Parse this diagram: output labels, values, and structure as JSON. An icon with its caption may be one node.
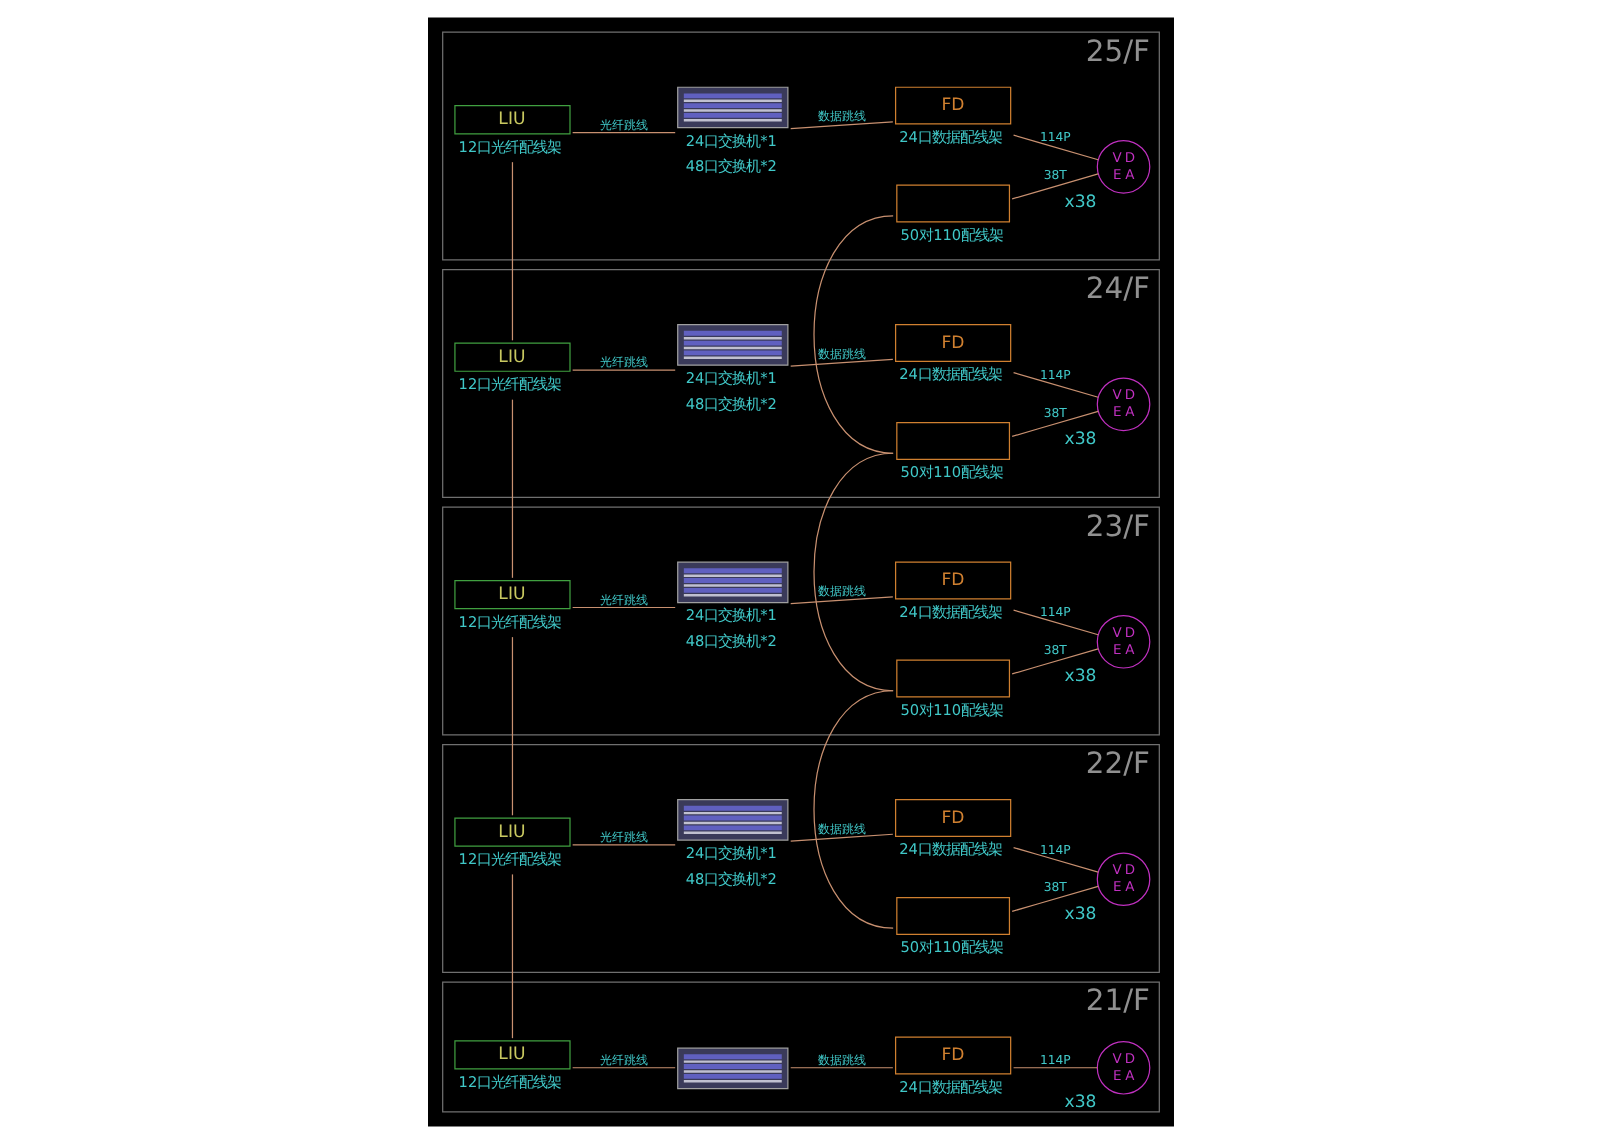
{
  "diagram": {
    "nodes": [
      {
        "text": [
          "25/F"
        ]
      },
      {
        "text": [
          "LIU"
        ],
        "in": 0,
        "beside": [
          "12口光纤配线架"
        ]
      },
      {
        "text": [],
        "shape": "picture",
        "in": 0,
        "beside": [
          "24口交换机*1",
          "48口交换机*2"
        ]
      },
      {
        "text": [
          "FD"
        ],
        "in": 0,
        "beside": [
          "24口数据配线架"
        ]
      },
      {
        "text": [],
        "shape": "box",
        "in": 0,
        "beside": [
          "50对110配线架"
        ]
      },
      {
        "text": [
          "V",
          "D",
          "E",
          "A"
        ],
        "in": 0,
        "beside": [
          "x38"
        ]
      },
      {
        "text": [
          "24/F"
        ]
      },
      {
        "text": [
          "LIU"
        ],
        "in": 6,
        "beside": [
          "12口光纤配线架"
        ]
      },
      {
        "text": [],
        "shape": "picture",
        "in": 6,
        "beside": [
          "24口交换机*1",
          "48口交换机*2"
        ]
      },
      {
        "text": [
          "FD"
        ],
        "in": 6,
        "beside": [
          "24口数据配线架"
        ]
      },
      {
        "text": [],
        "shape": "box",
        "in": 6,
        "beside": [
          "50对110配线架"
        ]
      },
      {
        "text": [
          "V",
          "D",
          "E",
          "A"
        ],
        "in": 6,
        "beside": [
          "x38"
        ]
      },
      {
        "text": [
          "23/F"
        ]
      },
      {
        "text": [
          "LIU"
        ],
        "in": 12,
        "beside": [
          "12口光纤配线架"
        ]
      },
      {
        "text": [],
        "shape": "picture",
        "in": 12,
        "beside": [
          "24口交换机*1",
          "48口交换机*2"
        ]
      },
      {
        "text": [
          "FD"
        ],
        "in": 12,
        "beside": [
          "24口数据配线架"
        ]
      },
      {
        "text": [],
        "shape": "box",
        "in": 12,
        "beside": [
          "50对110配线架"
        ]
      },
      {
        "text": [
          "V",
          "D",
          "E",
          "A"
        ],
        "in": 12,
        "beside": [
          "x38"
        ]
      },
      {
        "text": [
          "22/F"
        ]
      },
      {
        "text": [
          "LIU"
        ],
        "in": 18,
        "beside": [
          "12口光纤配线架"
        ]
      },
      {
        "text": [],
        "shape": "picture",
        "in": 18,
        "beside": [
          "24口交换机*1",
          "48口交换机*2"
        ]
      },
      {
        "text": [
          "FD"
        ],
        "in": 18,
        "beside": [
          "24口数据配线架"
        ]
      },
      {
        "text": [],
        "shape": "box",
        "in": 18,
        "beside": [
          "50对110配线架"
        ]
      },
      {
        "text": [
          "V",
          "D",
          "E",
          "A"
        ],
        "in": 18,
        "beside": [
          "x38"
        ]
      },
      {
        "text": [
          "21/F"
        ]
      },
      {
        "text": [
          "LIU"
        ],
        "in": 24,
        "beside": [
          "12口光纤配线架"
        ]
      },
      {
        "text": [],
        "shape": "picture",
        "in": 24
      },
      {
        "text": [
          "FD"
        ],
        "in": 24,
        "beside": [
          "24口数据配线架"
        ]
      },
      {
        "text": [
          "V",
          "D",
          "E",
          "A"
        ],
        "in": 24,
        "beside": [
          "x38"
        ]
      }
    ],
    "edges": [
      {
        "from": 1,
        "to": 2,
        "arrow": "none",
        "label": "光纤跳线"
      },
      {
        "from": 2,
        "to": 3,
        "arrow": "none",
        "label": "数据跳线"
      },
      {
        "from": 3,
        "to": 5,
        "arrow": "none",
        "label": "114P"
      },
      {
        "from": 4,
        "to": 5,
        "arrow": "none",
        "label": "38T"
      },
      {
        "from": 7,
        "to": 8,
        "arrow": "none",
        "label": "光纤跳线"
      },
      {
        "from": 8,
        "to": 9,
        "arrow": "none",
        "label": "数据跳线"
      },
      {
        "from": 9,
        "to": 11,
        "arrow": "none",
        "label": "114P"
      },
      {
        "from": 10,
        "to": 11,
        "arrow": "none",
        "label": "38T"
      },
      {
        "from": 13,
        "to": 14,
        "arrow": "none",
        "label": "光纤跳线"
      },
      {
        "from": 14,
        "to": 15,
        "arrow": "none",
        "label": "数据跳线"
      },
      {
        "from": 15,
        "to": 17,
        "arrow": "none",
        "label": "114P"
      },
      {
        "from": 16,
        "to": 17,
        "arrow": "none",
        "label": "38T"
      },
      {
        "from": 19,
        "to": 20,
        "arrow": "none",
        "label": "光纤跳线"
      },
      {
        "from": 20,
        "to": 21,
        "arrow": "none",
        "label": "数据跳线"
      },
      {
        "from": 21,
        "to": 23,
        "arrow": "none",
        "label": "114P"
      },
      {
        "from": 22,
        "to": 23,
        "arrow": "none",
        "label": "38T"
      },
      {
        "from": 25,
        "to": 26,
        "arrow": "none",
        "label": "光纤跳线"
      },
      {
        "from": 26,
        "to": 27,
        "arrow": "none",
        "label": "数据跳线"
      },
      {
        "from": 27,
        "to": 28,
        "arrow": "none",
        "label": "114P"
      },
      {
        "from": 1,
        "to": 7,
        "arrow": "none"
      },
      {
        "from": 7,
        "to": 13,
        "arrow": "none"
      },
      {
        "from": 13,
        "to": 19,
        "arrow": "none"
      },
      {
        "from": 19,
        "to": 25,
        "arrow": "none"
      },
      {
        "from": 4,
        "to": 10,
        "arrow": "none"
      },
      {
        "from": 10,
        "to": 16,
        "arrow": "none"
      },
      {
        "from": 16,
        "to": 22,
        "arrow": "none"
      }
    ]
  }
}
